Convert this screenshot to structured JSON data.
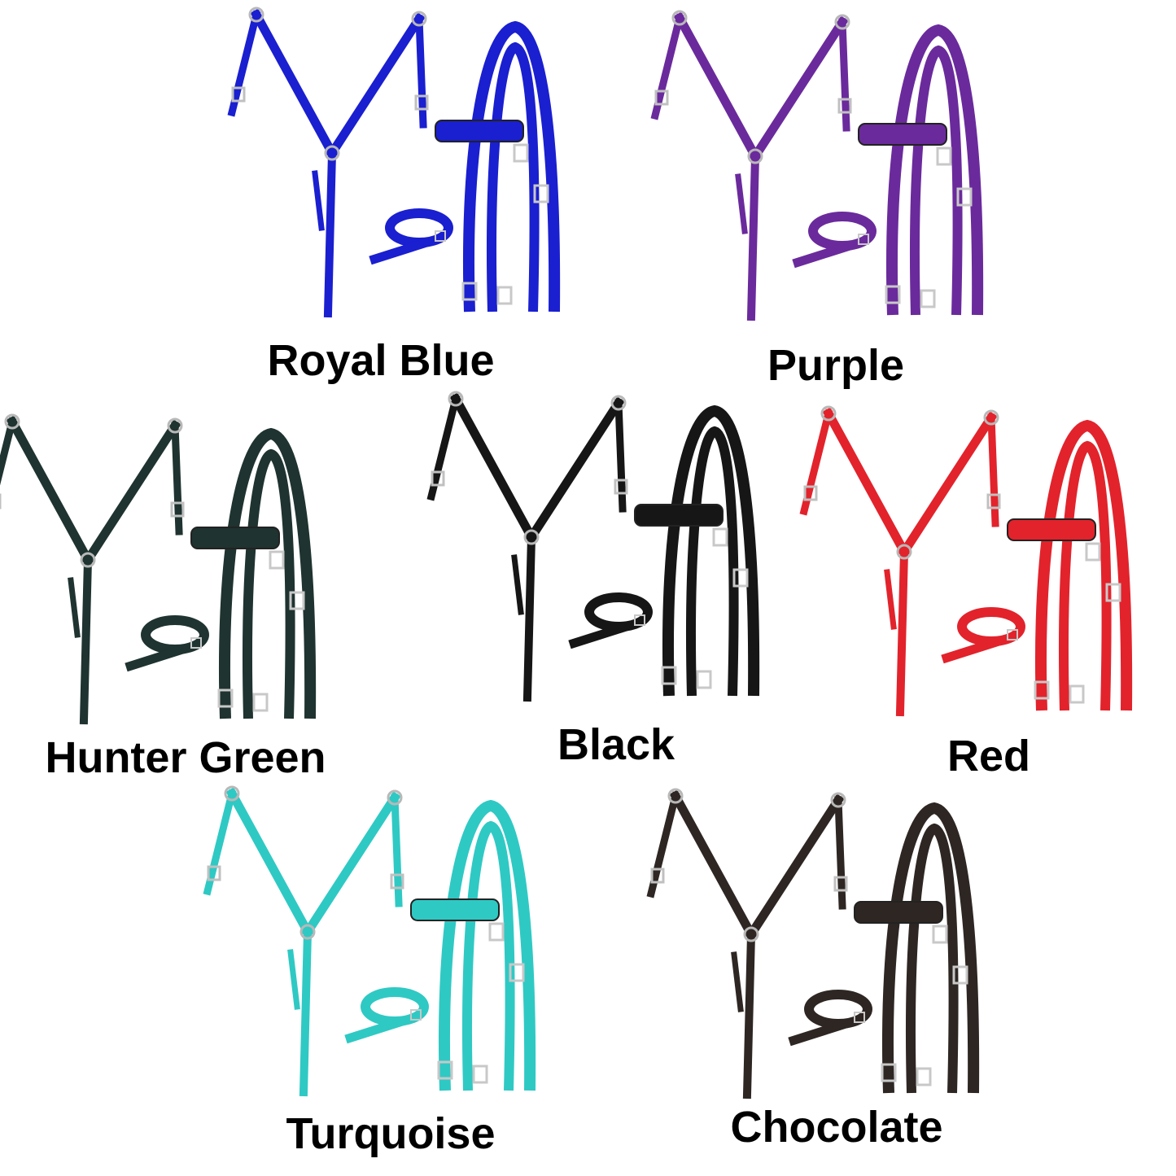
{
  "variants": [
    {
      "name": "Royal Blue",
      "color": "#1a1fd0"
    },
    {
      "name": "Purple",
      "color": "#6a2a9c"
    },
    {
      "name": "Hunter Green",
      "color": "#1f3330"
    },
    {
      "name": "Black",
      "color": "#161616"
    },
    {
      "name": "Red",
      "color": "#e2232c"
    },
    {
      "name": "Turquoise",
      "color": "#2fc9c4"
    },
    {
      "name": "Chocolate",
      "color": "#2e2623"
    }
  ]
}
